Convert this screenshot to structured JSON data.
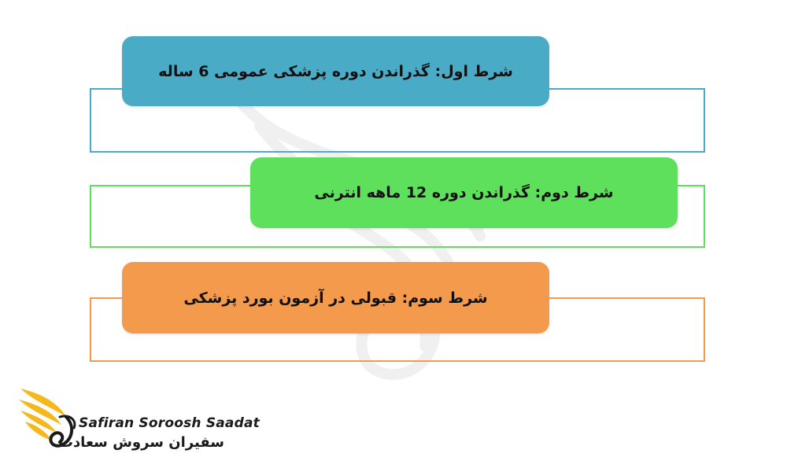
{
  "colors": {
    "condition_1": "#4aabc6",
    "condition_2": "#5ee05c",
    "condition_3": "#f49a4c",
    "logo_gold": "#f5b81c"
  },
  "conditions": [
    {
      "text": "شرط اول: گذراندن دوره پزشکی عمومی 6 ساله"
    },
    {
      "text": "شرط دوم: گذراندن دوره 12 ماهه انترنی"
    },
    {
      "text": "شرط سوم: قبولی در آزمون بورد پزشکی"
    }
  ],
  "logo": {
    "name_en": "Safiran Soroosh Saadat",
    "name_fa": "سفیران سروش سعادت",
    "icon": "golden-wing-icon"
  }
}
